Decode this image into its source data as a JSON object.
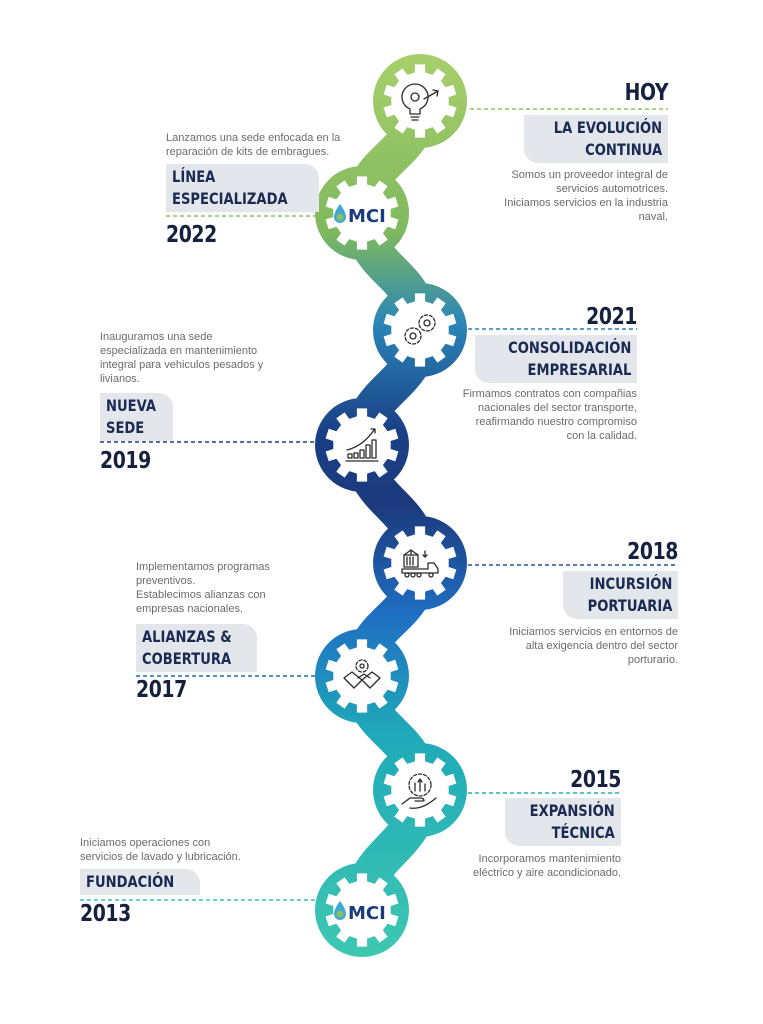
{
  "milestones": [
    {
      "year": "HOY",
      "title": [
        "LA EVOLUCIÓN",
        "CONTINUA"
      ],
      "description": [
        "Somos un proveedor integral de",
        "servicios automotrices.",
        "Iniciamos servicios en la industria",
        "naval."
      ],
      "icon": "lightbulb-gear-arrow-icon",
      "side": "right",
      "color": "#93c35a"
    },
    {
      "year": "2022",
      "title": [
        "LÍNEA",
        "ESPECIALIZADA"
      ],
      "description": [
        "Lanzamos una sede enfocada en la",
        "reparación de kits de embragues."
      ],
      "icon": "mci-logo",
      "side": "left",
      "color": "#8cc05e"
    },
    {
      "year": "2021",
      "title": [
        "CONSOLIDACIÓN",
        "EMPRESARIAL"
      ],
      "description": [
        "Firmamos contratos con compañias",
        "nacionales del sector transporte,",
        "reafirmando nuestro compromiso",
        "con la calidad."
      ],
      "icon": "gears-icon",
      "side": "right",
      "color": "#2a7db8"
    },
    {
      "year": "2019",
      "title": [
        "NUEVA",
        "SEDE"
      ],
      "description": [
        "Inauguramos una sede",
        "especializada en mantenimiento",
        "integral para vehiculos pesados y",
        "livianos."
      ],
      "icon": "growth-chart-icon",
      "side": "left",
      "color": "#1d3f8a"
    },
    {
      "year": "2018",
      "title": [
        "INCURSIÓN",
        "PORTUARIA"
      ],
      "description": [
        "Iniciamos servicios en entornos de",
        "alta exigencia dentro del sector",
        "porturario."
      ],
      "icon": "container-truck-icon",
      "side": "right",
      "color": "#1d4f9e"
    },
    {
      "year": "2017",
      "title": [
        "ALIANZAS &",
        "COBERTURA"
      ],
      "description": [
        "Implementamos programas",
        "preventivos.",
        "Establecimos alianzas con",
        "empresas nacionales."
      ],
      "icon": "handshake-gear-icon",
      "side": "left",
      "color": "#1f6fc0"
    },
    {
      "year": "2015",
      "title": [
        "EXPANSIÓN",
        "TÉCNICA"
      ],
      "description": [
        "Incorporamos mantenimiento",
        "eléctrico y aire acondicionado."
      ],
      "icon": "hand-growth-icon",
      "side": "right",
      "color": "#22b2ad"
    },
    {
      "year": "2013",
      "title": [
        "FUNDACIÓN"
      ],
      "description": [
        "Iniciamos operaciones con",
        "servicios de lavado y lubricación."
      ],
      "icon": "mci-logo",
      "side": "left",
      "color": "#34c0ad"
    }
  ],
  "logo": {
    "text": "MCI"
  },
  "colors": {
    "title_text": "#1b2a52",
    "year_text": "#16213f",
    "box_bg": "#e3e6ea",
    "desc_text": "#6b6b6b"
  }
}
